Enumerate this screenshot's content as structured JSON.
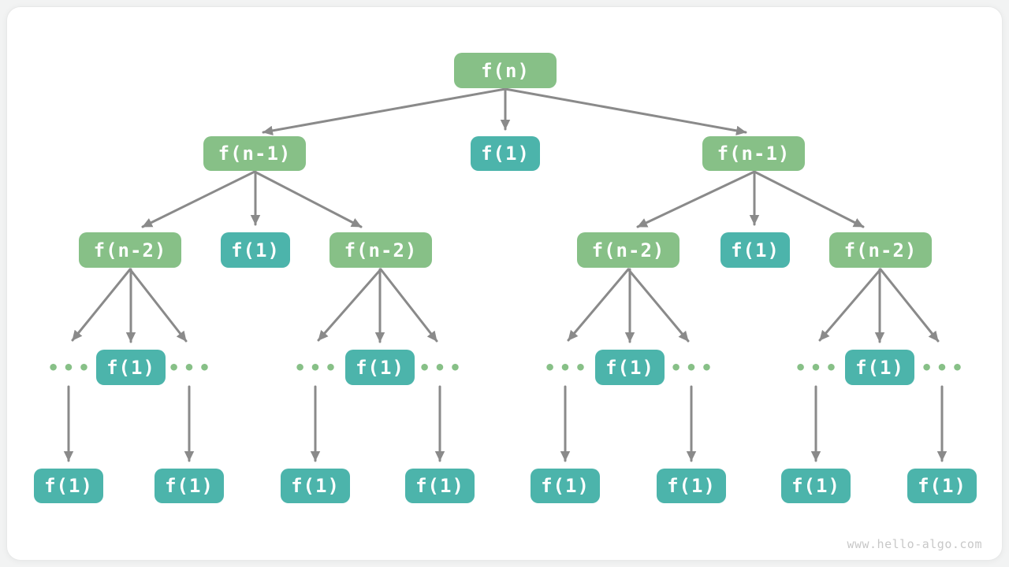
{
  "watermark": "www.hello-algo.com",
  "labels": {
    "fn": "f(n)",
    "fn1": "f(n-1)",
    "fn2": "f(n-2)",
    "f1": "f(1)",
    "ellipsis": "•••"
  },
  "colors": {
    "green_node": "#87C087",
    "teal_node": "#4CB4AB",
    "arrow": "#8A8A8A",
    "card_bg": "#FFFFFF",
    "page_bg": "#F2F3F3",
    "node_text": "#FFFFFF",
    "watermark_text": "#C8C8C8"
  },
  "tree": {
    "type": "recursion-tree",
    "levels": [
      [
        "f(n)"
      ],
      [
        "f(n-1)",
        "f(1)",
        "f(n-1)"
      ],
      [
        "f(n-2)",
        "f(1)",
        "f(n-2)",
        "f(n-2)",
        "f(1)",
        "f(n-2)"
      ],
      [
        "•••",
        "f(1)",
        "•••",
        "•••",
        "f(1)",
        "•••",
        "•••",
        "f(1)",
        "•••",
        "•••",
        "f(1)",
        "•••"
      ],
      [
        "f(1)",
        "f(1)",
        "f(1)",
        "f(1)",
        "f(1)",
        "f(1)",
        "f(1)",
        "f(1)"
      ]
    ]
  }
}
